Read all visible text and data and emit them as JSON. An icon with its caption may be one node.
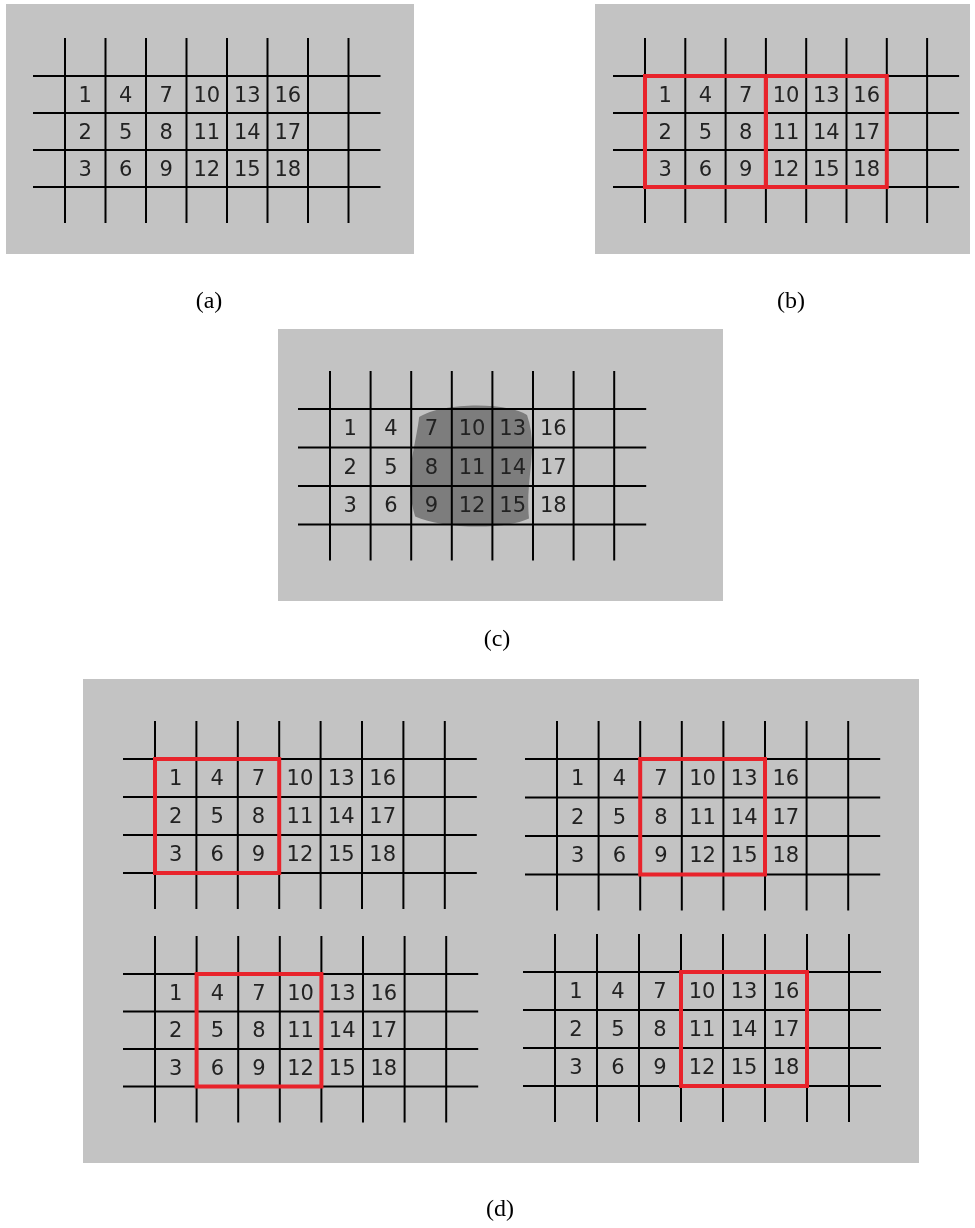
{
  "diagram": {
    "labels": [
      "1",
      "4",
      "7",
      "10",
      "13",
      "16",
      "2",
      "5",
      "8",
      "11",
      "14",
      "17",
      "3",
      "6",
      "9",
      "12",
      "15",
      "18",
      "1",
      "4",
      "7",
      "10",
      "13",
      "16",
      "2",
      "5",
      "8",
      "11",
      "14",
      "17",
      "3",
      "6",
      "9",
      "12",
      "15",
      "18",
      "(a)",
      "(b)",
      "1",
      "4",
      "7",
      "10",
      "13",
      "16",
      "2",
      "5",
      "8",
      "11",
      "14",
      "17",
      "3",
      "6",
      "9",
      "12",
      "15",
      "18",
      "(c)",
      "1",
      "4",
      "7",
      "10",
      "13",
      "16",
      "2",
      "5",
      "8",
      "11",
      "14",
      "17",
      "3",
      "6",
      "9",
      "12",
      "15",
      "18",
      "1",
      "4",
      "7",
      "10",
      "13",
      "16",
      "2",
      "5",
      "8",
      "11",
      "14",
      "17",
      "3",
      "6",
      "9",
      "12",
      "15",
      "18",
      "1",
      "4",
      "7",
      "10",
      "13",
      "16",
      "2",
      "5",
      "8",
      "11",
      "14",
      "17",
      "3",
      "6",
      "9",
      "12",
      "15",
      "18",
      "1",
      "4",
      "7",
      "10",
      "13",
      "16",
      "2",
      "5",
      "8",
      "11",
      "14",
      "17",
      "3",
      "6",
      "9",
      "12",
      "15",
      "18",
      "(d)"
    ]
  }
}
